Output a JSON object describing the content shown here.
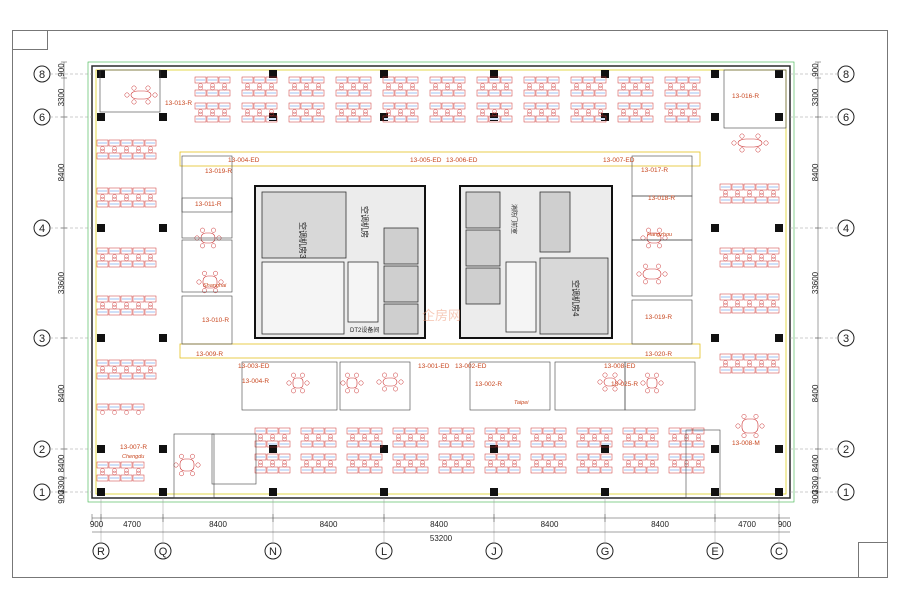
{
  "axes": {
    "rows": [
      "8",
      "6",
      "4",
      "3",
      "2",
      "1"
    ],
    "columns": [
      "R",
      "Q",
      "N",
      "L",
      "J",
      "G",
      "E",
      "C"
    ]
  },
  "dimensions": {
    "left_rows": [
      "900",
      "3300",
      "8400",
      "33600",
      "8400",
      "8400",
      "3300",
      "900"
    ],
    "right_rows": [
      "900",
      "3300",
      "8400",
      "33600",
      "8400",
      "8400",
      "3300",
      "900"
    ],
    "bottom_spans": [
      "900",
      "4700",
      "8400",
      "8400",
      "8400",
      "8400",
      "8400",
      "4700",
      "900"
    ],
    "bottom_total": "53200"
  },
  "core_labels": {
    "left_a": "空调机房3",
    "left_b": "空调机房",
    "right_a": "空调机房4",
    "right_b": "消防门前室",
    "shaft": "DT2设备间"
  },
  "rooms": [
    {
      "id": "r13-013",
      "label": "13-013-R"
    },
    {
      "id": "r13-004",
      "label": "13-004-ED"
    },
    {
      "id": "r13-019",
      "label": "13-019-R"
    },
    {
      "id": "r13-011",
      "label": "13-011-R"
    },
    {
      "id": "r13-010",
      "label": "13-010-R"
    },
    {
      "id": "r13-009",
      "label": "13-009-R"
    },
    {
      "id": "r13-003",
      "label": "13-003-ED"
    },
    {
      "id": "r13-004b",
      "label": "13-004-R"
    },
    {
      "id": "r13-001",
      "label": "13-001-ED"
    },
    {
      "id": "r13-002",
      "label": "13-002-ED"
    },
    {
      "id": "r13-002r",
      "label": "13-002-R"
    },
    {
      "id": "r13-005",
      "label": "13-005-ED"
    },
    {
      "id": "r13-006",
      "label": "13-006-ED"
    },
    {
      "id": "r13-007",
      "label": "13-007-ED"
    },
    {
      "id": "r13-017",
      "label": "13-017-R"
    },
    {
      "id": "r13-018",
      "label": "13-018-R"
    },
    {
      "id": "r13-019b",
      "label": "13-019-R"
    },
    {
      "id": "r13-020",
      "label": "13-020-R"
    },
    {
      "id": "r13-008",
      "label": "13-008-ED"
    },
    {
      "id": "r13-025",
      "label": "13-025-R"
    },
    {
      "id": "r13-007r",
      "label": "13-007-R"
    },
    {
      "id": "r13-008m",
      "label": "13-008-M"
    },
    {
      "id": "r13-016",
      "label": "13-016-R"
    }
  ],
  "meeting_names": [
    "Chengdu",
    "Taipei",
    "Hangzhou",
    "Shanghai"
  ],
  "watermark": "企房网"
}
